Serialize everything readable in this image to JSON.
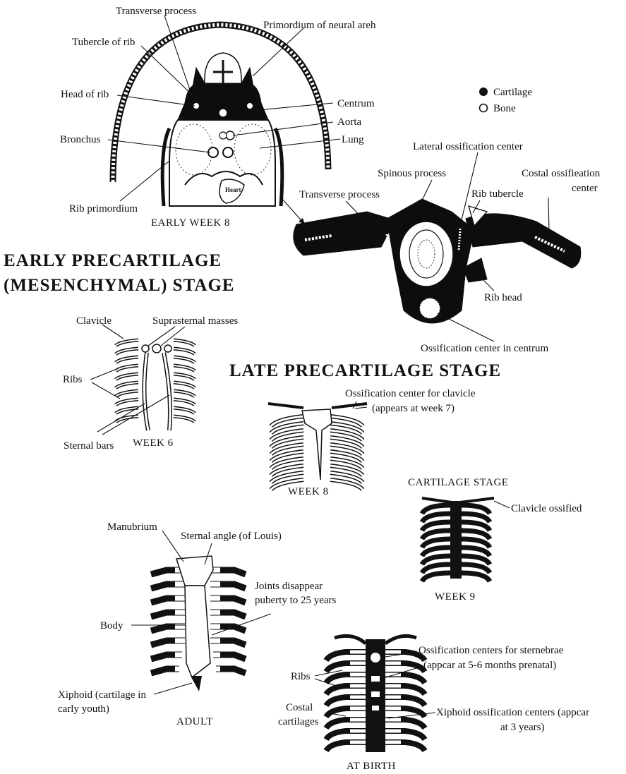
{
  "legend": {
    "cartilage": "Cartilage",
    "bone": "Bone"
  },
  "early_week8": {
    "caption": "EARLY WEEK 8",
    "labels": {
      "transverse_process": "Transverse process",
      "primordium_neural_arch": "Primordium of neural areh",
      "tubercle_of_rib": "Tubercle of rib",
      "head_of_rib": "Head of rib",
      "centrum": "Centrum",
      "aorta": "Aorta",
      "lung": "Lung",
      "bronchus": "Bronchus",
      "heart": "Heart",
      "rib_primordium": "Rib primordium"
    }
  },
  "vertebra": {
    "labels": {
      "lateral_ossification_center": "Lateral ossification center",
      "spinous_process": "Spinous process",
      "costal_ossification_center_1": "Costal ossifieation",
      "costal_ossification_center_2": "center",
      "transverse_process": "Transverse process",
      "rib_tubercle": "Rib tubercle",
      "rib_head": "Rib head",
      "ossification_center_centrum": "Ossification center in centrum"
    }
  },
  "stage_titles": {
    "early_line1": "EARLY PRECARTILAGE",
    "early_line2": "(MESENCHYMAL) STAGE",
    "late": "LATE PRECARTILAGE STAGE",
    "cartilage": "CARTILAGE STAGE"
  },
  "week6": {
    "caption": "WEEK 6",
    "labels": {
      "clavicle": "Clavicle",
      "suprasternal_masses": "Suprasternal masses",
      "ribs": "Ribs",
      "sternal_bars": "Sternal bars"
    }
  },
  "week8": {
    "caption": "WEEK 8",
    "labels": {
      "ossification_clavicle_1": "Ossification center for clavicle",
      "ossification_clavicle_2": "(appears at week 7)"
    }
  },
  "week9": {
    "caption": "WEEK 9",
    "labels": {
      "clavicle_ossified": "Clavicle ossified"
    }
  },
  "adult": {
    "caption": "ADULT",
    "labels": {
      "manubrium": "Manubrium",
      "sternal_angle": "Sternal angle (of Louis)",
      "joints_1": "Joints disappear",
      "joints_2": "puberty to 25 years",
      "body": "Body",
      "xiphoid_1": "Xiphoid (cartilage in",
      "xiphoid_2": "carly youth)"
    }
  },
  "at_birth": {
    "caption": "AT BIRTH",
    "labels": {
      "sternebrae_1": "Ossification centers for sternebrae",
      "sternebrae_2": "(appcar at 5-6 months prenatal)",
      "ribs": "Ribs",
      "costal_1": "Costal",
      "costal_2": "cartilages",
      "xiphoid_ossification_1": "Xiphoid ossification centers (appcar",
      "xiphoid_ossification_2": "at 3 years)"
    }
  }
}
